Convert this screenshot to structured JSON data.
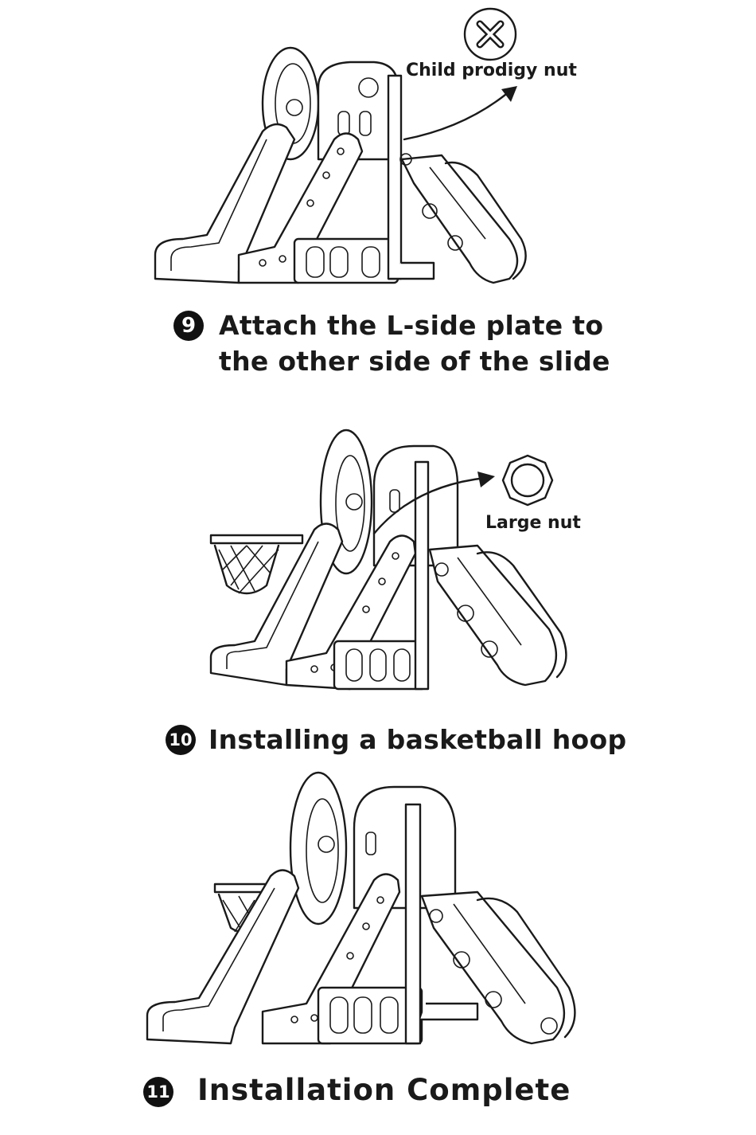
{
  "steps": [
    {
      "number": "9",
      "caption_line1": "Attach the L-side plate to",
      "caption_line2": "the other side of the slide",
      "part_label": "Child prodigy nut",
      "part_icon": "cross-nut-icon"
    },
    {
      "number": "10",
      "caption_line1": "Installing a basketball hoop",
      "part_label": "Large nut",
      "part_icon": "large-nut-icon"
    },
    {
      "number": "11",
      "caption_line1": "Installation Complete"
    }
  ],
  "colors": {
    "ink": "#1a1a1a",
    "paper": "#ffffff"
  }
}
